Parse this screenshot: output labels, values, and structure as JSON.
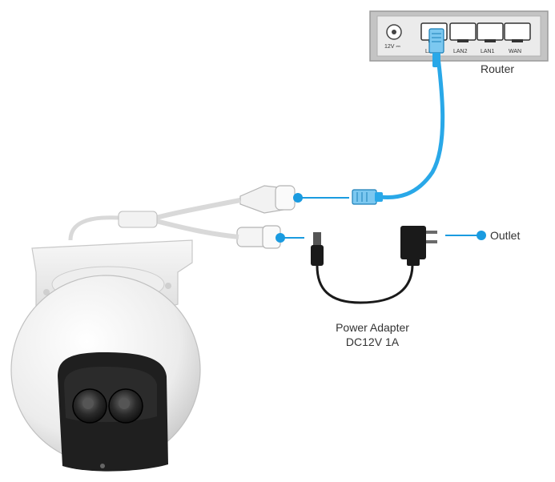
{
  "router": {
    "label": "Router",
    "power_label": "12V ⎓",
    "ports": [
      "LAN3",
      "LAN2",
      "LAN1",
      "WAN"
    ]
  },
  "labels": {
    "outlet": "Outlet",
    "adapter_line1": "Power Adapter",
    "adapter_line2": "DC12V 1A"
  },
  "colors": {
    "accent": "#1a9be0",
    "cable_blue": "#29a8e8",
    "cable_black": "#1a1a1a",
    "router_body": "#c4c4c4"
  },
  "icons": [
    "router-icon",
    "camera-icon",
    "ethernet-plug-icon",
    "power-adapter-icon",
    "dc-plug-icon"
  ]
}
